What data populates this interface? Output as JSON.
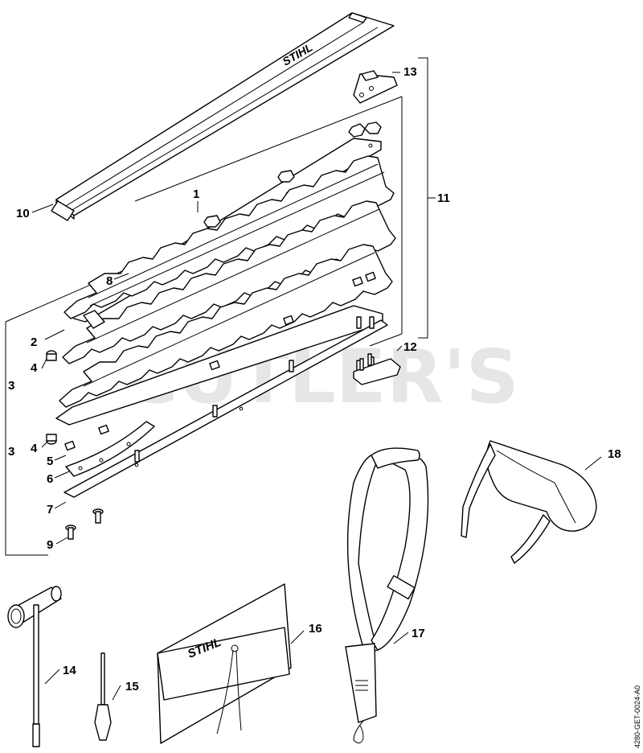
{
  "watermark": "CUTLER'S",
  "drawing_code": "4280-GET-0024-A0",
  "brand": "STIHL",
  "callouts": {
    "c1": "1",
    "c2": "2",
    "c3a": "3",
    "c3b": "3",
    "c4a": "4",
    "c4b": "4",
    "c5": "5",
    "c6": "6",
    "c7": "7",
    "c8": "8",
    "c9": "9",
    "c10": "10",
    "c11": "11",
    "c12": "12",
    "c13": "13",
    "c14": "14",
    "c15": "15",
    "c16": "16",
    "c17": "17",
    "c18": "18"
  }
}
